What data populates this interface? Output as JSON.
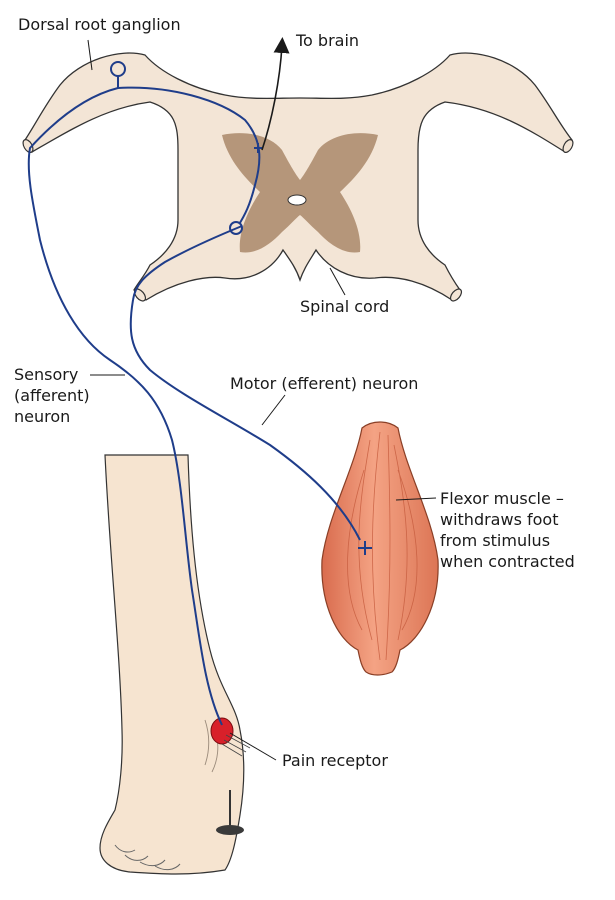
{
  "labels": {
    "dorsal_root_ganglion": "Dorsal root ganglion",
    "to_brain": "To brain",
    "spinal_cord": "Spinal cord",
    "sensory_neuron": [
      "Sensory",
      "(afferent)",
      "neuron"
    ],
    "motor_neuron": "Motor (efferent) neuron",
    "flexor_muscle": [
      "Flexor muscle –",
      "withdraws foot",
      "from stimulus",
      "when contracted"
    ],
    "pain_receptor": "Pain receptor"
  },
  "colors": {
    "neuron": "#1f3d8a",
    "white_matter": "#f3e5d6",
    "grey_matter": "#b5967a",
    "muscle": "#e88c6a",
    "pain_receptor": "#d8202a",
    "skin": "#f6e4d0",
    "outline": "#333333"
  },
  "icons": [
    "pin-icon"
  ]
}
